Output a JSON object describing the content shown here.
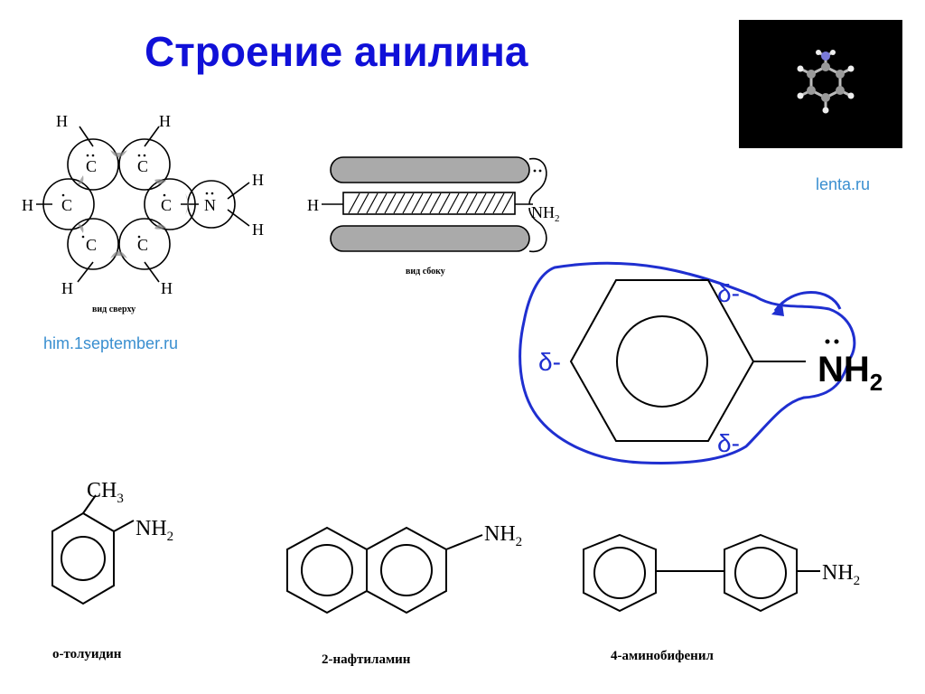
{
  "title": "Строение анилина",
  "credits": {
    "top_view_source": "him.1september.ru",
    "model_source": "lenta.ru"
  },
  "top_view": {
    "caption": "вид сверху",
    "atom_c": "C",
    "atom_n": "N",
    "atom_h": "H"
  },
  "side_view": {
    "caption": "вид сбоку",
    "h_label": "H",
    "nh2_label": "NH",
    "nh2_sub": "2"
  },
  "delocalization": {
    "delta_top": "δ-",
    "delta_left": "δ-",
    "delta_bottom": "δ-",
    "nh2_label": "NH",
    "nh2_sub": "2",
    "outline_color": "#1f2fd0"
  },
  "examples": [
    {
      "name": "о-толуидин",
      "substituent": "CH",
      "substituent_sub": "3",
      "amine": "NH",
      "amine_sub": "2"
    },
    {
      "name": "2-нафтиламин",
      "amine": "NH",
      "amine_sub": "2"
    },
    {
      "name": "4-аминобифенил",
      "amine": "NH",
      "amine_sub": "2"
    }
  ],
  "colors": {
    "title": "#1010d8",
    "source_link": "#3a8fd0"
  }
}
